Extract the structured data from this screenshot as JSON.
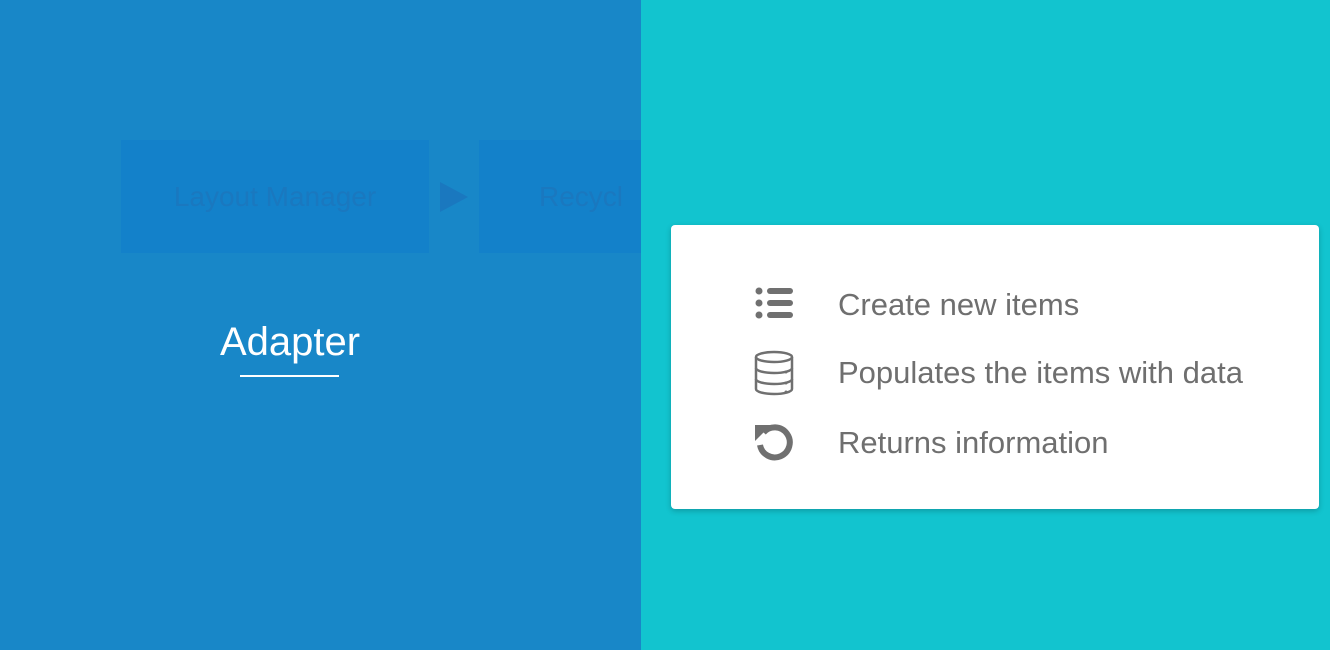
{
  "background_slide": {
    "layout_manager_label": "Layout Manager",
    "recycler_label": "Recycl"
  },
  "adapter": {
    "title": "Adapter"
  },
  "card": {
    "items": [
      {
        "icon": "list-icon",
        "label": "Create new items"
      },
      {
        "icon": "database-icon",
        "label": "Populates the items with data"
      },
      {
        "icon": "refresh-icon",
        "label": "Returns information"
      }
    ]
  },
  "colors": {
    "left_background": "#1887c8",
    "right_background": "#12c4cf",
    "card_background": "#ffffff",
    "card_text": "#6f6f6f",
    "icon_color": "#707070"
  }
}
